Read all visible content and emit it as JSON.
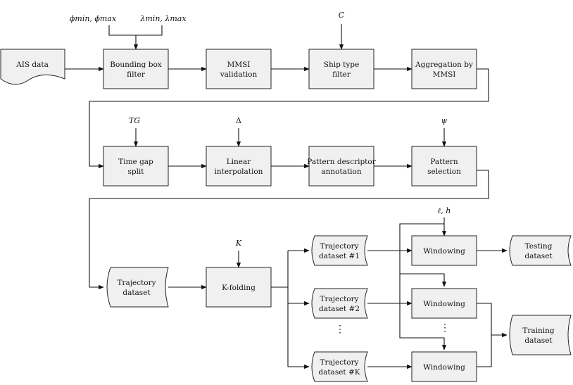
{
  "nodes": {
    "ais_data": "AIS data",
    "bbox_filter": [
      "Bounding box",
      "filter"
    ],
    "mmsi_validation": [
      "MMSI",
      "validation"
    ],
    "ship_type_filter": [
      "Ship type",
      "filter"
    ],
    "aggregation": [
      "Aggregation by",
      "MMSI"
    ],
    "time_gap_split": [
      "Time gap",
      "split"
    ],
    "linear_interp": [
      "Linear",
      "interpolation"
    ],
    "pattern_descriptor": [
      "Pattern descriptor",
      "annotation"
    ],
    "pattern_selection": [
      "Pattern",
      "selection"
    ],
    "trajectory_dataset": [
      "Trajectory",
      "dataset"
    ],
    "k_folding": "K-folding",
    "traj_ds_1": [
      "Trajectory",
      "dataset #1"
    ],
    "traj_ds_2": [
      "Trajectory",
      "dataset #2"
    ],
    "traj_ds_k": [
      "Trajectory",
      "dataset #K"
    ],
    "windowing_1": "Windowing",
    "windowing_2": "Windowing",
    "windowing_k": "Windowing",
    "testing_dataset": [
      "Testing",
      "dataset"
    ],
    "training_dataset": [
      "Training",
      "dataset"
    ]
  },
  "params": {
    "phi": "ϕmin, ϕmax",
    "lambda": "λmin, λmax",
    "ship_type": "C",
    "time_gap": "TG",
    "delta": "Δ",
    "psi": "ψ",
    "k": "K",
    "window": "ℓ, h"
  },
  "ellipsis": "⋮"
}
